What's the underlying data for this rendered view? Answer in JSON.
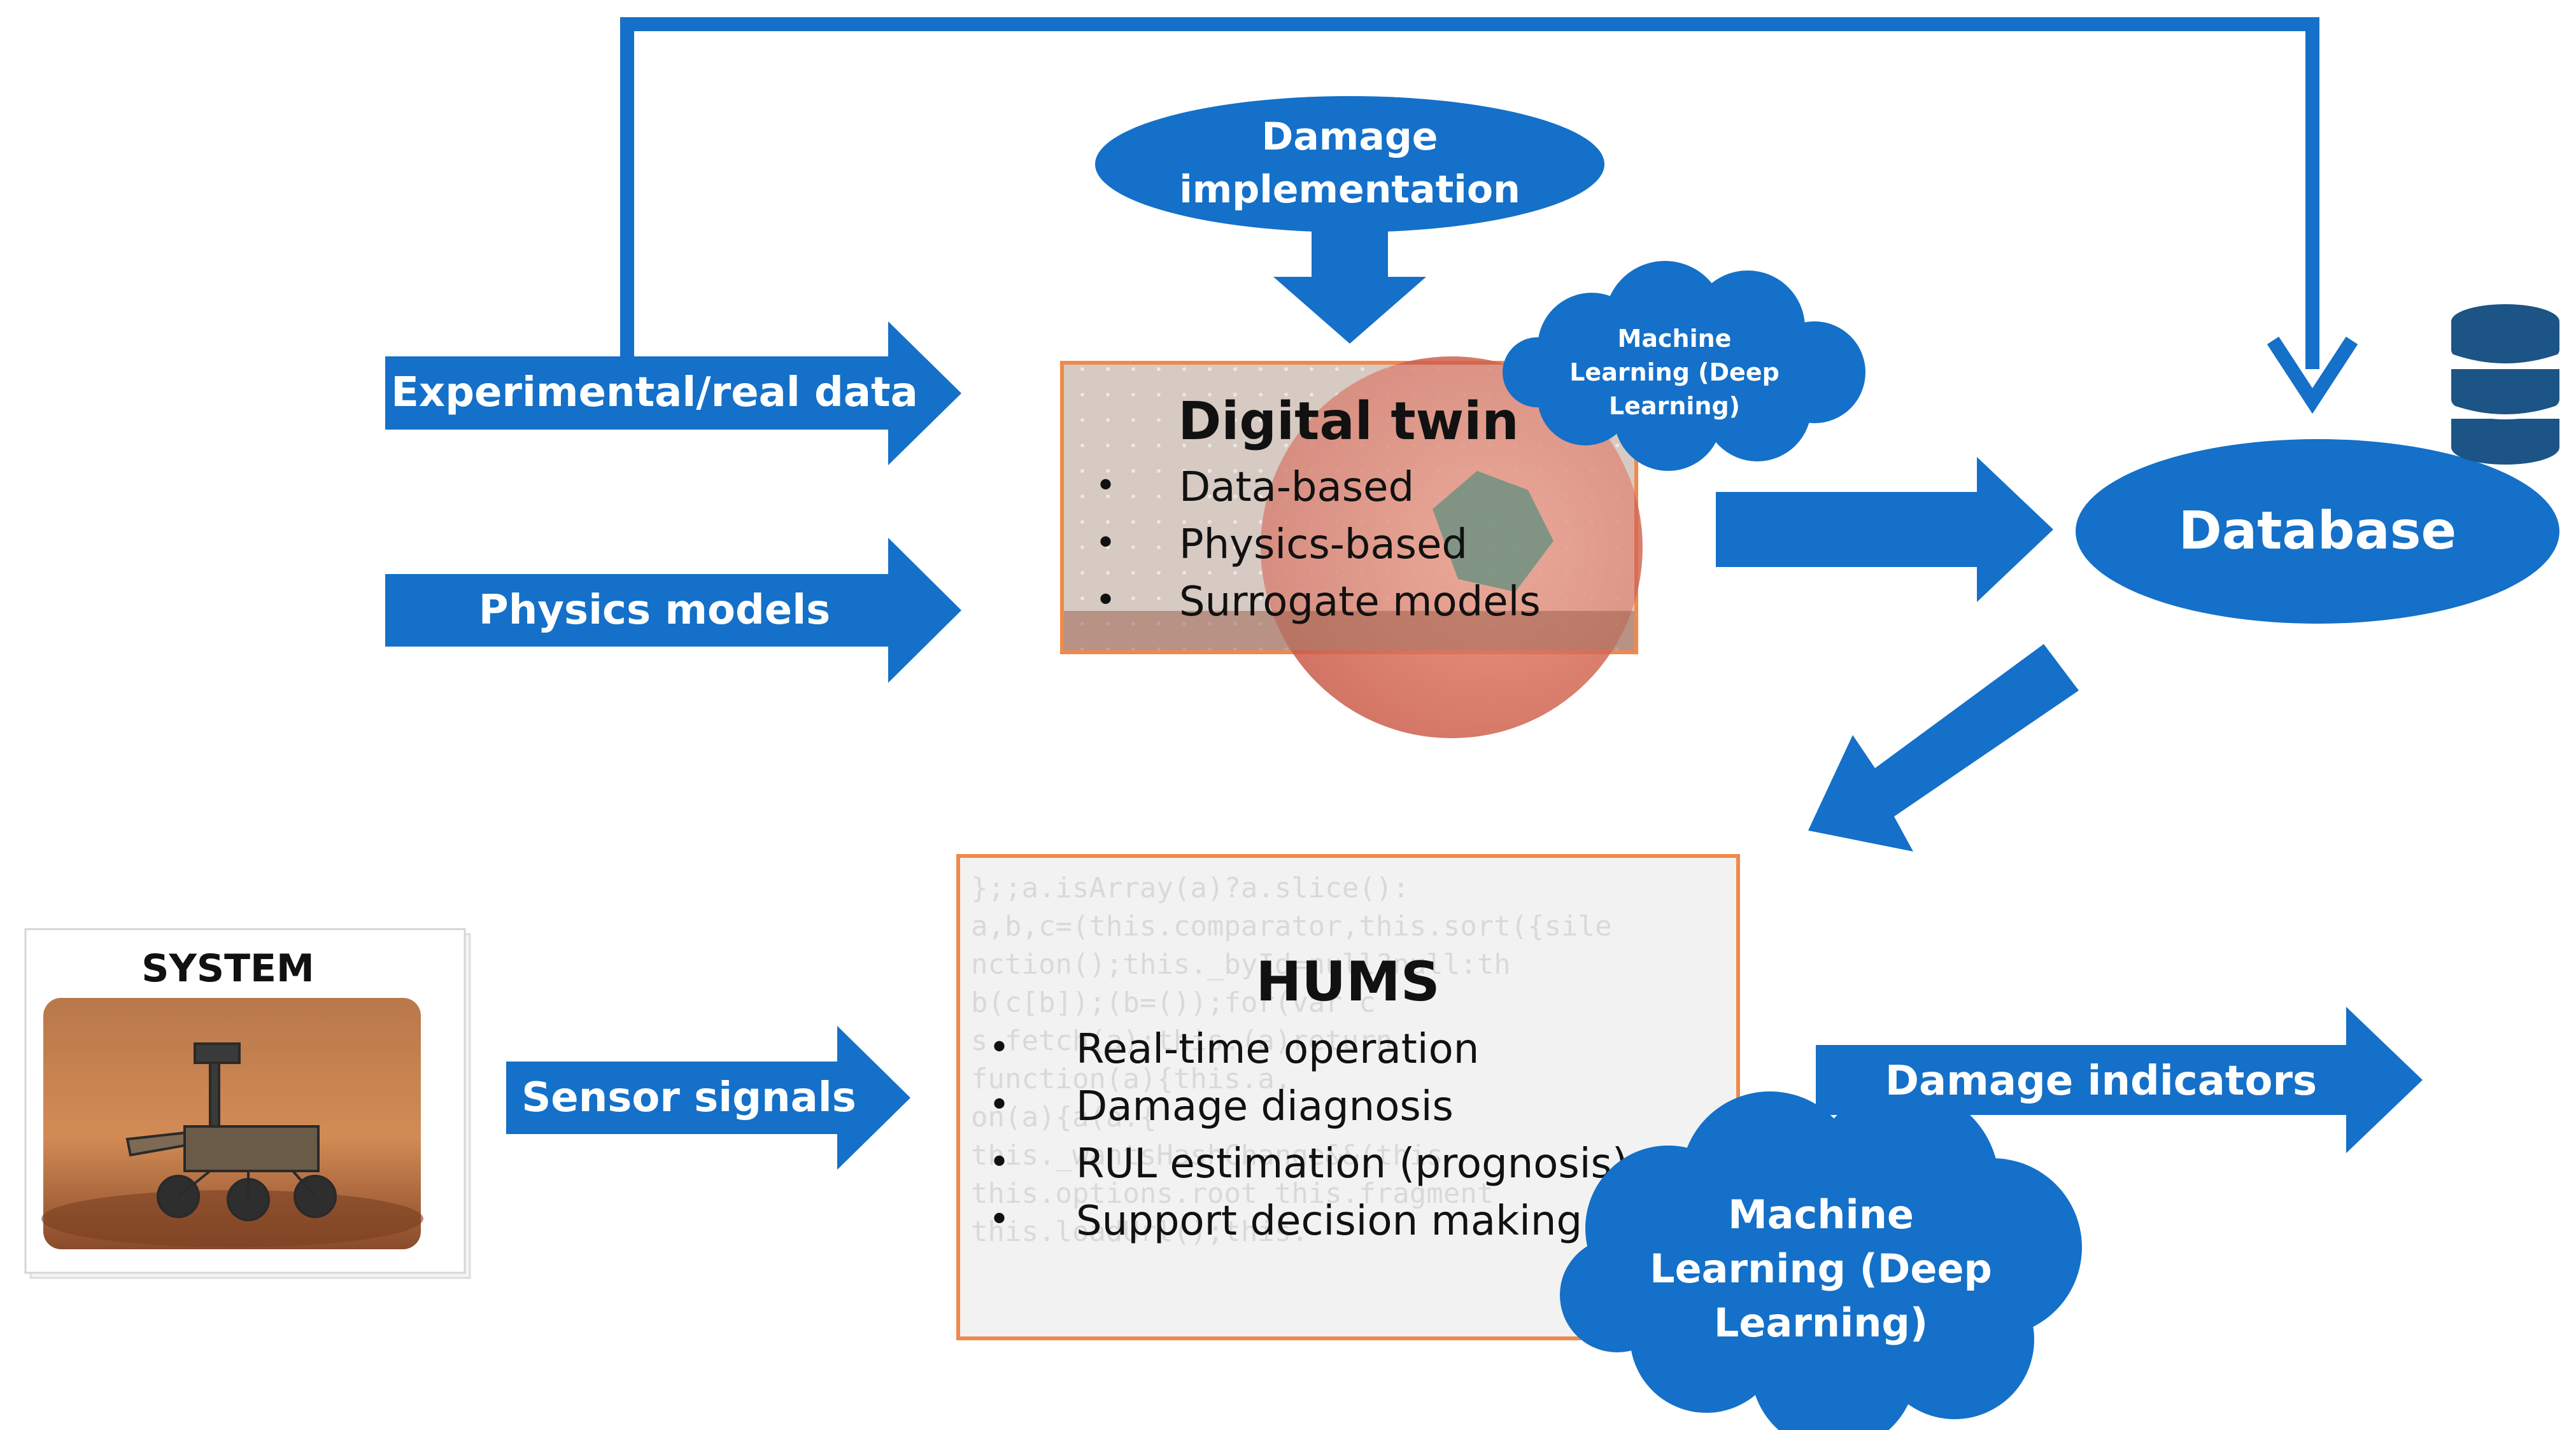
{
  "arrows": {
    "experimental": "Experimental/real data",
    "physics": "Physics models",
    "sensor": "Sensor signals",
    "damage_indicators": "Damage indicators"
  },
  "damage_implementation": {
    "line1": "Damage",
    "line2": "implementation"
  },
  "digital_twin": {
    "title": "Digital twin",
    "items": [
      "Data-based",
      "Physics-based",
      "Surrogate models"
    ]
  },
  "ml_small": {
    "line1": "Machine",
    "line2": "Learning (Deep",
    "line3": "Learning)"
  },
  "database": {
    "label": "Database"
  },
  "system": {
    "title": "SYSTEM"
  },
  "hums": {
    "title": "HUMS",
    "items": [
      "Real-time operation",
      "Damage diagnosis",
      "RUL estimation (prognosis)",
      "Support decision making"
    ]
  },
  "ml_large": {
    "line1": "Machine",
    "line2": "Learning (Deep",
    "line3": "Learning)"
  },
  "colors": {
    "blue": "#1470C8",
    "box_border": "#F0894A",
    "white": "#ffffff"
  }
}
